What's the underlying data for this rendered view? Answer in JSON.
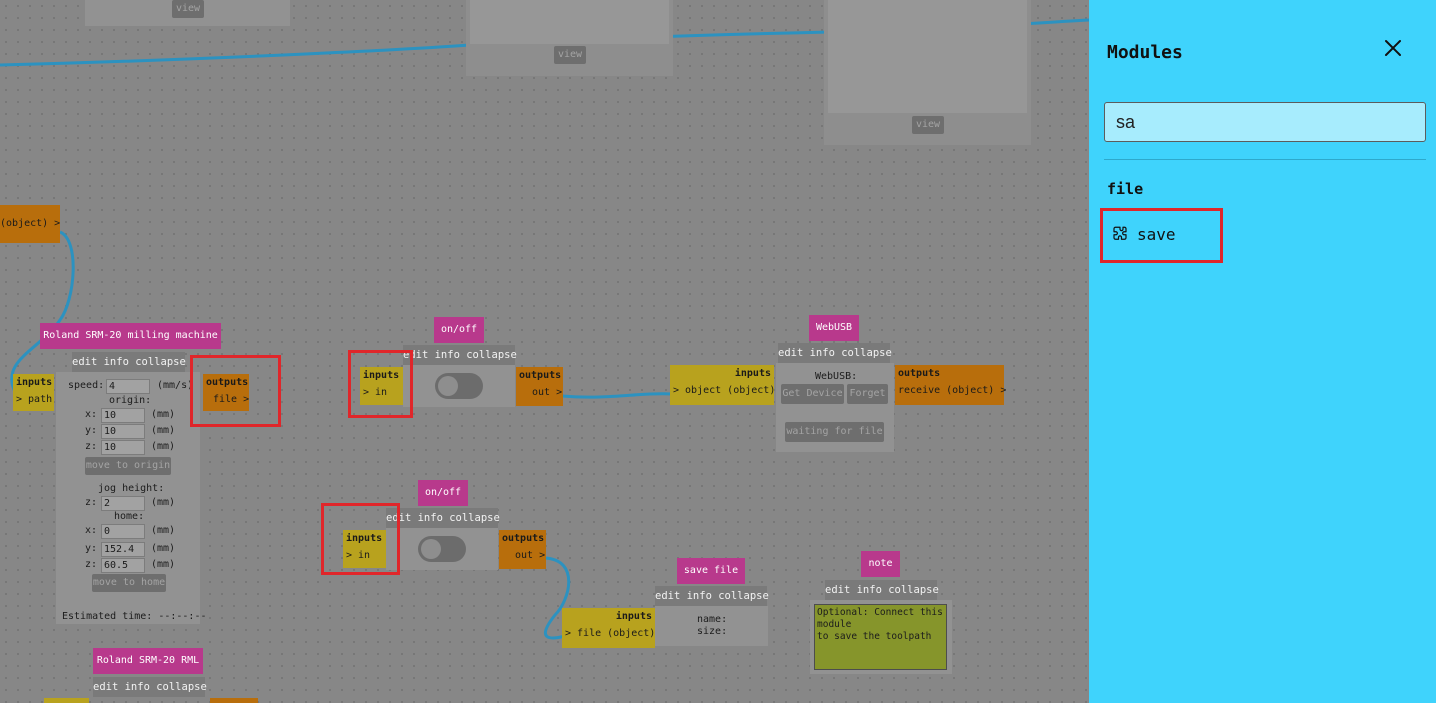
{
  "canvas": {
    "view_buttons": [
      "view",
      "view",
      "view"
    ],
    "top_left_output": "(object) >",
    "toolbar_label": "edit info collapse",
    "inputs_label": "inputs",
    "outputs_label": "outputs"
  },
  "roland_mill": {
    "title": "Roland SRM-20 milling machine",
    "input_port": "> path",
    "output_port": "file >",
    "speed_label": "speed:",
    "speed_value": "4",
    "speed_unit": "(mm/s)",
    "origin_label": "origin:",
    "x_label": "x:",
    "x_value": "10",
    "y_label": "y:",
    "y_value": "10",
    "z_label": "z:",
    "z_value": "10",
    "mm": "(mm)",
    "move_origin": "move to origin",
    "jog_label": "jog height:",
    "jog_z_label": "z:",
    "jog_z_value": "2",
    "home_label": "home:",
    "home_x_label": "x:",
    "home_x_value": "0",
    "home_y_label": "y:",
    "home_y_value": "152.4",
    "home_z_label": "z:",
    "home_z_value": "60.5",
    "move_home": "move to home",
    "estimated": "Estimated time: --:--:--"
  },
  "onoff1": {
    "title": "on/off",
    "input_port": "> in",
    "output_port": "out >"
  },
  "onoff2": {
    "title": "on/off",
    "input_port": "> in",
    "output_port": "out >"
  },
  "webusb": {
    "title": "WebUSB",
    "input_port": "> object (object)",
    "output_port": "receive (object) >",
    "label": "WebUSB:",
    "get_device": "Get Device",
    "forget": "Forget",
    "waiting": "waiting for file"
  },
  "save_file": {
    "title": "save file",
    "input_port": "> file (object)",
    "name_label": "name:",
    "size_label": "size:"
  },
  "note": {
    "title": "note",
    "text": "Optional: Connect this module\nto save the toolpath"
  },
  "rml": {
    "title": "Roland SRM-20 RML"
  },
  "sidebar": {
    "title": "Modules",
    "search_value": "sa",
    "category": "file",
    "item": "save"
  },
  "colors": {
    "sidebar_bg": "#3fd3fc",
    "title_magenta": "#b8398c",
    "input_yellow": "#b8a21e",
    "output_orange": "#b86e0c",
    "wire_blue": "#2c92c0",
    "highlight_red": "#e0262a"
  }
}
